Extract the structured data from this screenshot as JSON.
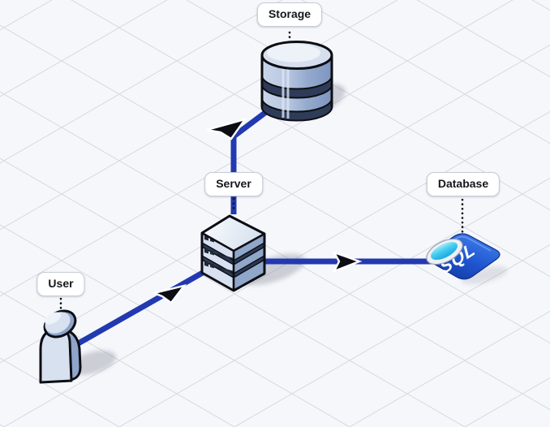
{
  "canvas": {
    "background_color": "#f5f7fb",
    "grid_line_color": "#d6d8de"
  },
  "nodes": {
    "storage": {
      "label": "Storage",
      "icon": "storage-cylinder-icon"
    },
    "server": {
      "label": "Server",
      "icon": "server-rack-icon"
    },
    "database": {
      "label": "Database",
      "icon": "sql-database-icon",
      "icon_text": "SQL"
    },
    "user": {
      "label": "User",
      "icon": "person-icon"
    }
  },
  "connectors": {
    "color": "#2239b0",
    "items": [
      {
        "from": "user",
        "to": "server"
      },
      {
        "from": "server",
        "to": "storage"
      },
      {
        "from": "server",
        "to": "database"
      }
    ]
  },
  "colors": {
    "connector_blue": "#2239b0",
    "sql_card_blue": "#2057d2",
    "sql_ring_cyan": "#49cdf0",
    "icon_fill_light": "#d8e1f0",
    "icon_fill_shade": "#8fa5ca",
    "band_dark": "#2c3a57",
    "label_text": "#15171c"
  }
}
